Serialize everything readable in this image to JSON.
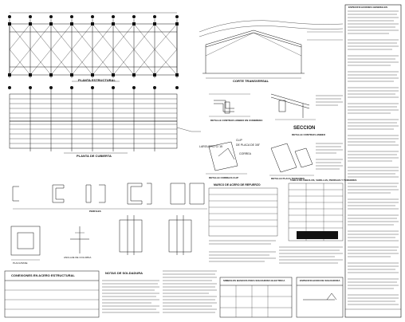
{
  "plan_top_title": "PLANTA ESTRUCTURAL",
  "plan_bottom_title": "PLANTA DE CUBIERTA",
  "section_title": "CORTE TRANSVERSAL",
  "detail_roof_title": "DETALLE CONTRAFLAMBEO EN CUMBRERA",
  "section_label": "SECCION",
  "detail_eave_title": "DETALLE CONTRAFLAMBEO",
  "clip_labels": [
    "LARGUERO C/ 15",
    "CLIP",
    "DE PLACA DE 3/8\"",
    "CORREA"
  ],
  "detail_clip_title": "DETALLE CORREAS CLIP",
  "detail_brace_title": "DETALLE PLACA TENSORES",
  "profiles_title": "PERFILES",
  "shapes_title": "MARCO DE ACERO DE REFUERZO",
  "welding_notes_title": "NOTAS DE SOLDADURA",
  "connections_title": "CONEXIONES EN ACERO ESTRUCTURAL",
  "symbols_title": "SIMBOLOS BASICOS PARA SOLDADURA ELECTRICA",
  "spec_title": "ESPECIFICACION DE SOLDADURA",
  "steel_table_title": "TABLA DE ANGULOS, VARILLAS, PERFILES Y TENSORES",
  "anchor_title": "ANCLAJE DE COLUMNA",
  "base_plate_title": "PLACA BASE",
  "notes_heading": "ESPECIFICACIONES GENERALES"
}
